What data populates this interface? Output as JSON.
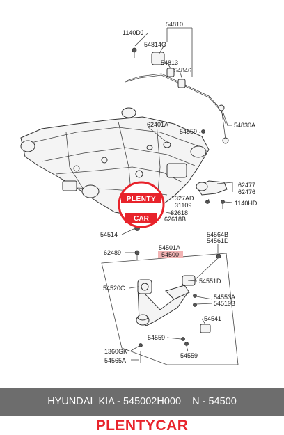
{
  "diagram": {
    "callouts": {
      "c_1140dj": "1140DJ",
      "c_54810": "54810",
      "c_54814c": "54814C",
      "c_54813": "54813",
      "c_54846": "54846",
      "c_62401a": "62401A",
      "c_54559a": "54559",
      "c_54830a": "54830A",
      "c_62477": "62477",
      "c_62476": "62476",
      "c_1327ad": "1327AD",
      "c_31109": "31109",
      "c_1140hd": "1140HD",
      "c_62618": "62618",
      "c_62618b": "62618B",
      "c_54514": "54514",
      "c_54564b": "54564B",
      "c_54561d": "54561D",
      "c_62489": "62489",
      "c_54501a": "54501A",
      "c_54500": "54500",
      "c_54551d": "54551D",
      "c_54520c": "54520C",
      "c_54553a": "54553A",
      "c_54519b": "54519B",
      "c_54541": "54541",
      "c_54559b": "54559",
      "c_54559c": "54559",
      "c_1360gk": "1360GK",
      "c_54565a": "54565A"
    },
    "watermark": {
      "top": "PLENTY",
      "bottom": "CAR"
    },
    "highlight_color": "#f2b3b3",
    "watermark_color": "#e8232b"
  },
  "banner": {
    "text": "HYUNDAI  KIA - 545002H000    N - 54500"
  },
  "brand": {
    "name": "PLENTYCAR"
  }
}
